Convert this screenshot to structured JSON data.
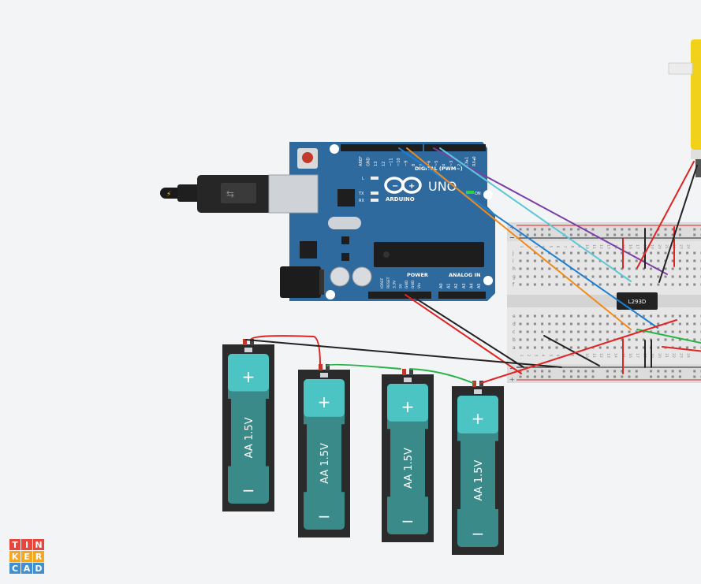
{
  "arduino": {
    "brand": "ARDUINO",
    "model": "UNO",
    "digital_label": "DIGITAL (PWM~)",
    "power_label": "POWER",
    "analog_label": "ANALOG IN",
    "pin_on": "ON",
    "pin_l": "L",
    "pin_tx": "TX",
    "pin_rx": "RX",
    "top_pins": [
      "AREF",
      "GND",
      "13",
      "12",
      "~11",
      "~10",
      "~9",
      "8",
      "7",
      "~6",
      "~5",
      "4",
      "~3",
      "2",
      "TX▸1",
      "RX◂0"
    ],
    "power_pins": [
      "IOREF",
      "RESET",
      "3.3V",
      "5V",
      "GND",
      "GND",
      "Vin"
    ],
    "analog_pins": [
      "A0",
      "A1",
      "A2",
      "A3",
      "A4",
      "A5"
    ]
  },
  "breadboard": {
    "rows_top": [
      "j",
      "i",
      "h",
      "g",
      "f"
    ],
    "rows_bottom": [
      "e",
      "d",
      "c",
      "b",
      "a"
    ],
    "col_numbers": [
      "1",
      "2",
      "3",
      "4",
      "5",
      "6",
      "7",
      "8",
      "9",
      "10",
      "11",
      "12",
      "13",
      "14",
      "15",
      "16",
      "17",
      "18",
      "19",
      "20",
      "21",
      "22",
      "23",
      "24"
    ]
  },
  "chip": {
    "label": "L293D"
  },
  "batteries": [
    {
      "label": "AA 1.5V",
      "plus": "+",
      "minus": "−"
    },
    {
      "label": "AA 1.5V",
      "plus": "+",
      "minus": "−"
    },
    {
      "label": "AA 1.5V",
      "plus": "+",
      "minus": "−"
    },
    {
      "label": "AA 1.5V",
      "plus": "+",
      "minus": "−"
    }
  ],
  "logo": {
    "letters": [
      "T",
      "I",
      "N",
      "K",
      "E",
      "R",
      "C",
      "A",
      "D"
    ],
    "colors": [
      "#e8453c",
      "#e8453c",
      "#e8453c",
      "#f5a623",
      "#f5a623",
      "#f5a623",
      "#3f8fd2",
      "#3f8fd2",
      "#3f8fd2"
    ]
  },
  "colors": {
    "board": "#2f6a9e",
    "battery_body": "#3a8a8a",
    "battery_plus": "#4cc4c4",
    "wire_red": "#e02424",
    "wire_black": "#222222",
    "wire_green": "#28b34b",
    "wire_orange": "#f08a1a",
    "wire_purple": "#7b3fa6",
    "wire_cyan": "#5bc7d6",
    "wire_blue": "#1e7fd1",
    "motor": "#f2d11a"
  }
}
